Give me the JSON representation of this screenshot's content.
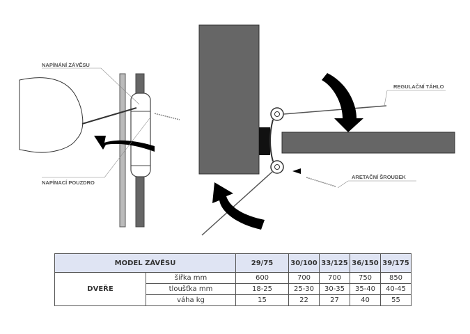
{
  "labels": {
    "napinani": "NAPÍNÁNÍ ZÁVĚSU",
    "pouzdro": "NAPÍNACÍ POUZDRO",
    "tahlo": "REGULAČNÍ TÁHLO",
    "sroubek": "ARETAČNÍ ŠROUBEK"
  },
  "table": {
    "header": "MODEL ZÁVĚSU",
    "models": [
      "29/75",
      "30/100",
      "33/125",
      "36/150",
      "39/175"
    ],
    "group": "DVEŘE",
    "rows": [
      {
        "label": "šířka mm",
        "values": [
          "600",
          "700",
          "700",
          "750",
          "850"
        ]
      },
      {
        "label": "tloušťka mm",
        "values": [
          "18-25",
          "25-30",
          "30-35",
          "35-40",
          "40-45"
        ]
      },
      {
        "label": "váha kg",
        "values": [
          "15",
          "22",
          "27",
          "40",
          "55"
        ]
      }
    ]
  },
  "colors": {
    "header_bg": "#dfe4f3",
    "door": "#666666"
  }
}
